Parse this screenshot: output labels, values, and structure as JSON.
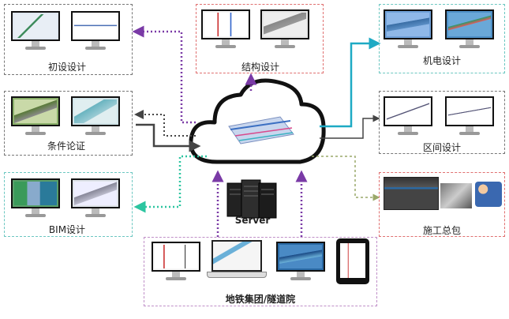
{
  "boxes": {
    "preliminary_design": "初设设计",
    "structural_design": "结构设计",
    "mep_design": "机电设计",
    "condition_demonstration": "条件论证",
    "section_design": "区间设计",
    "bim_design": "BIM设计",
    "general_contractor": "施工总包",
    "metro_group": "地铁集团/隧道院"
  },
  "server": {
    "label": "Server"
  }
}
